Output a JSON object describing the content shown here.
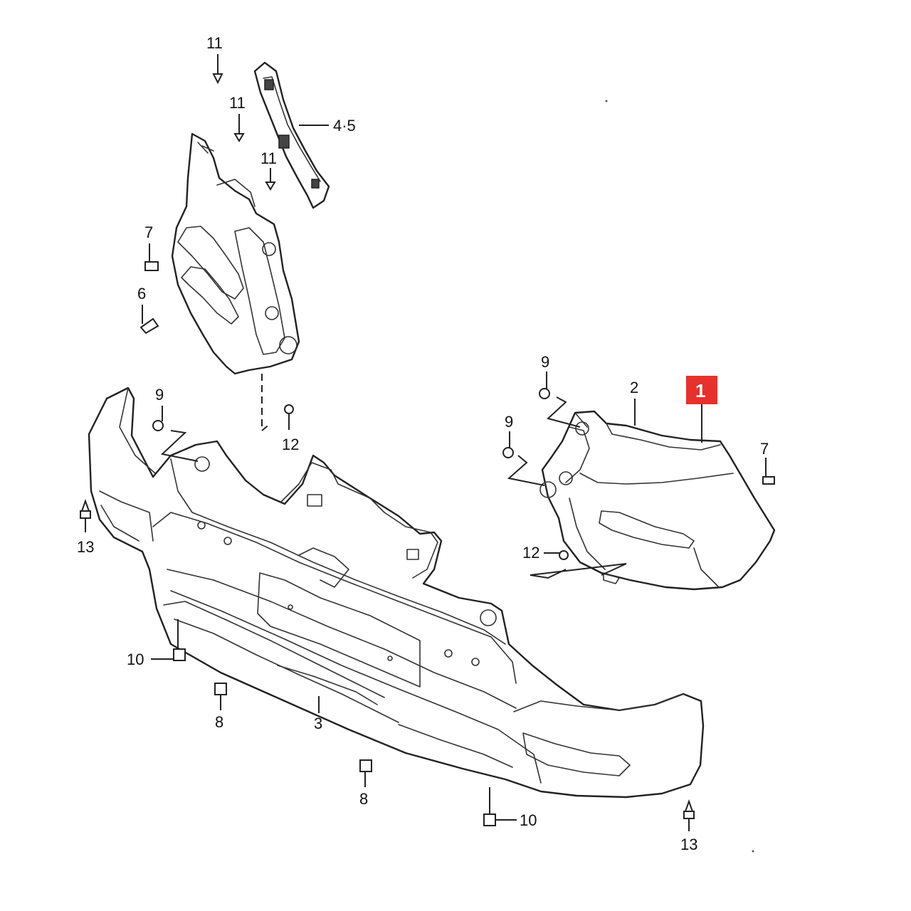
{
  "diagram": {
    "callouts": [
      {
        "id": "c-11a",
        "text": "11"
      },
      {
        "id": "c-11b",
        "text": "11"
      },
      {
        "id": "c-11c",
        "text": "11"
      },
      {
        "id": "c-45",
        "text": "4·5"
      },
      {
        "id": "c-7a",
        "text": "7"
      },
      {
        "id": "c-6",
        "text": "6"
      },
      {
        "id": "c-9a",
        "text": "9"
      },
      {
        "id": "c-12a",
        "text": "12"
      },
      {
        "id": "c-13a",
        "text": "13"
      },
      {
        "id": "c-9b",
        "text": "9"
      },
      {
        "id": "c-9c",
        "text": "9"
      },
      {
        "id": "c-2",
        "text": "2"
      },
      {
        "id": "c-1",
        "text": "1"
      },
      {
        "id": "c-7b",
        "text": "7"
      },
      {
        "id": "c-12b",
        "text": "12"
      },
      {
        "id": "c-10a",
        "text": "10"
      },
      {
        "id": "c-8a",
        "text": "8"
      },
      {
        "id": "c-3",
        "text": "3"
      },
      {
        "id": "c-8b",
        "text": "8"
      },
      {
        "id": "c-10b",
        "text": "10"
      },
      {
        "id": "c-13b",
        "text": "13"
      }
    ],
    "highlight": {
      "text": "1",
      "color": "#e8312c"
    }
  }
}
